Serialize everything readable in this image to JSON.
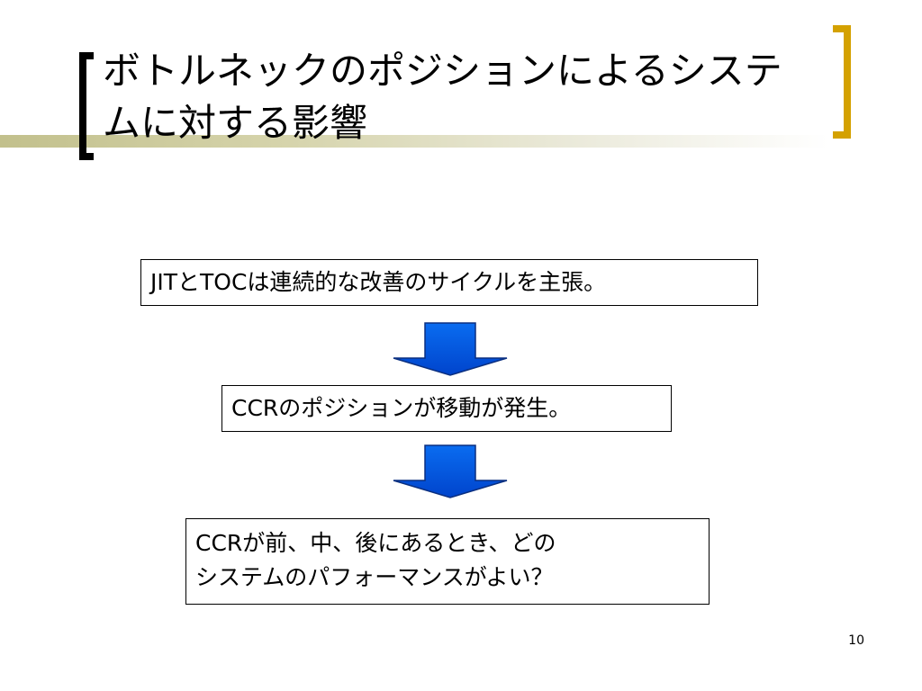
{
  "slide": {
    "title": "ボトルネックのポジションによるシステムに対する影響",
    "steps": [
      {
        "text": "JITとTOCは連続的な改善のサイクルを主張。"
      },
      {
        "text": "CCRのポジションが移動が発生。"
      },
      {
        "text": "CCRが前、中、後にあるとき、どの\nシステムのパフォーマンスがよい？"
      }
    ],
    "page_number": "10"
  },
  "colors": {
    "arrow_fill": "#0055dd",
    "arrow_stroke": "#0a2f80",
    "accent_bracket": "#d4a100",
    "title_bar": "#c2c08c"
  },
  "icons": {
    "arrow": "down-arrow-icon",
    "bracket_left": "left-bracket-icon",
    "bracket_right": "right-bracket-icon"
  }
}
